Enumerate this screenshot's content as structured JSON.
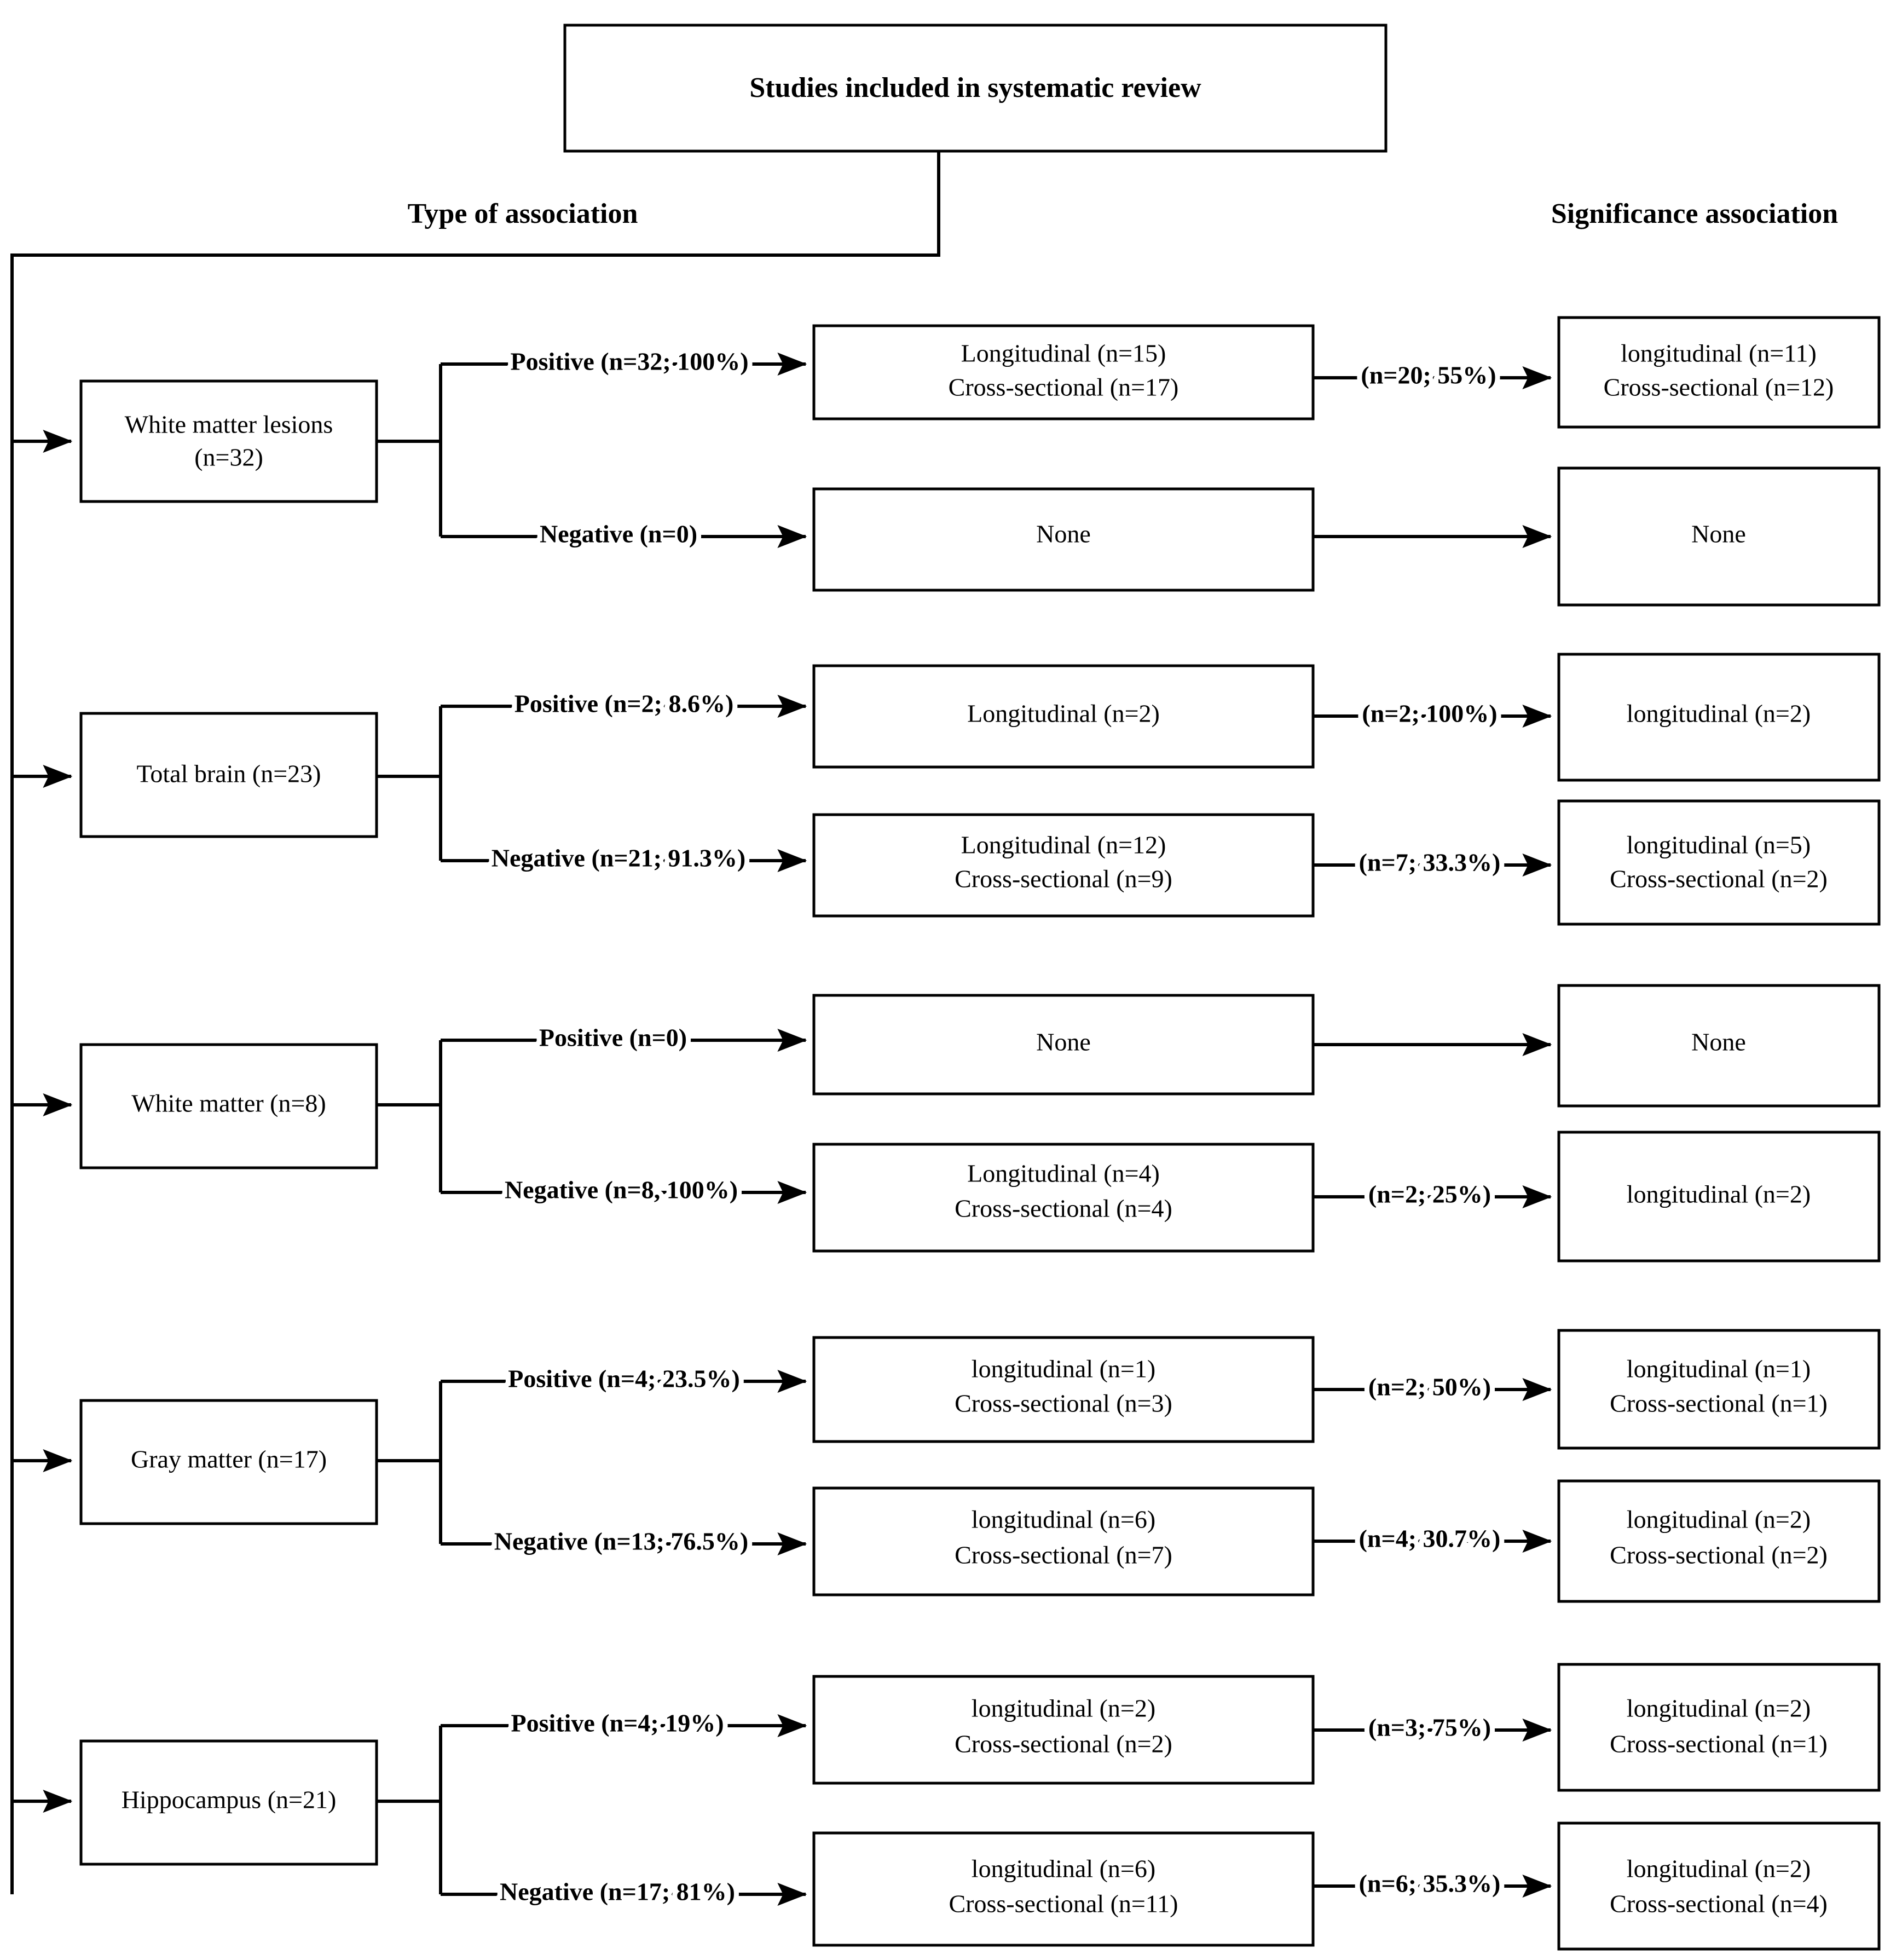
{
  "diagram": {
    "root": {
      "label": "Studies included in systematic review"
    },
    "columns": {
      "type_of_association": "Type of association",
      "significance_association": "Significance association"
    },
    "rows": [
      {
        "region_label": "White matter lesions",
        "region_count": "(n=32)",
        "branches": [
          {
            "direction_label": "Positive (n=32; 100%)",
            "design": {
              "line1": "Longitudinal (n=15)",
              "line2": "Cross-sectional (n=17)"
            },
            "significance_label": "(n=20; 55%)",
            "significance": {
              "line1": "longitudinal (n=11)",
              "line2": "Cross-sectional (n=12)"
            }
          },
          {
            "direction_label": "Negative (n=0)",
            "design": {
              "line1": "None",
              "line2": ""
            },
            "significance_label": "",
            "significance": {
              "line1": "None",
              "line2": ""
            }
          }
        ]
      },
      {
        "region_label": "Total brain (n=23)",
        "region_count": "",
        "branches": [
          {
            "direction_label": "Positive (n=2; 8.6%)",
            "design": {
              "line1": "Longitudinal (n=2)",
              "line2": ""
            },
            "significance_label": "(n=2; 100%)",
            "significance": {
              "line1": "longitudinal (n=2)",
              "line2": ""
            }
          },
          {
            "direction_label": "Negative (n=21; 91.3%)",
            "design": {
              "line1": "Longitudinal (n=12)",
              "line2": "Cross-sectional (n=9)"
            },
            "significance_label": "(n=7; 33.3%)",
            "significance": {
              "line1": "longitudinal (n=5)",
              "line2": "Cross-sectional (n=2)"
            }
          }
        ]
      },
      {
        "region_label": "White matter (n=8)",
        "region_count": "",
        "branches": [
          {
            "direction_label": "Positive (n=0)",
            "design": {
              "line1": "None",
              "line2": ""
            },
            "significance_label": "",
            "significance": {
              "line1": "None",
              "line2": ""
            }
          },
          {
            "direction_label": "Negative (n=8, 100%)",
            "design": {
              "line1": "Longitudinal (n=4)",
              "line2": "Cross-sectional (n=4)"
            },
            "significance_label": "(n=2; 25%)",
            "significance": {
              "line1": "longitudinal (n=2)",
              "line2": ""
            }
          }
        ]
      },
      {
        "region_label": "Gray matter (n=17)",
        "region_count": "",
        "branches": [
          {
            "direction_label": "Positive (n=4; 23.5%)",
            "design": {
              "line1": "longitudinal (n=1)",
              "line2": "Cross-sectional (n=3)"
            },
            "significance_label": "(n=2; 50%)",
            "significance": {
              "line1": "longitudinal (n=1)",
              "line2": "Cross-sectional (n=1)"
            }
          },
          {
            "direction_label": "Negative (n=13; 76.5%)",
            "design": {
              "line1": "longitudinal (n=6)",
              "line2": "Cross-sectional (n=7)"
            },
            "significance_label": "(n=4; 30.7%)",
            "significance": {
              "line1": "longitudinal (n=2)",
              "line2": "Cross-sectional (n=2)"
            }
          }
        ]
      },
      {
        "region_label": "Hippocampus (n=21)",
        "region_count": "",
        "branches": [
          {
            "direction_label": "Positive (n=4; 19%)",
            "design": {
              "line1": "longitudinal (n=2)",
              "line2": "Cross-sectional (n=2)"
            },
            "significance_label": "(n=3; 75%)",
            "significance": {
              "line1": "longitudinal (n=2)",
              "line2": "Cross-sectional (n=1)"
            }
          },
          {
            "direction_label": "Negative (n=17; 81%)",
            "design": {
              "line1": "longitudinal (n=6)",
              "line2": "Cross-sectional (n=11)"
            },
            "significance_label": "(n=6; 35.3%)",
            "significance": {
              "line1": "longitudinal (n=2)",
              "line2": "Cross-sectional (n=4)"
            }
          }
        ]
      }
    ],
    "colors": {
      "stroke": "#000000",
      "fill": "#ffffff",
      "text": "#000000"
    }
  }
}
